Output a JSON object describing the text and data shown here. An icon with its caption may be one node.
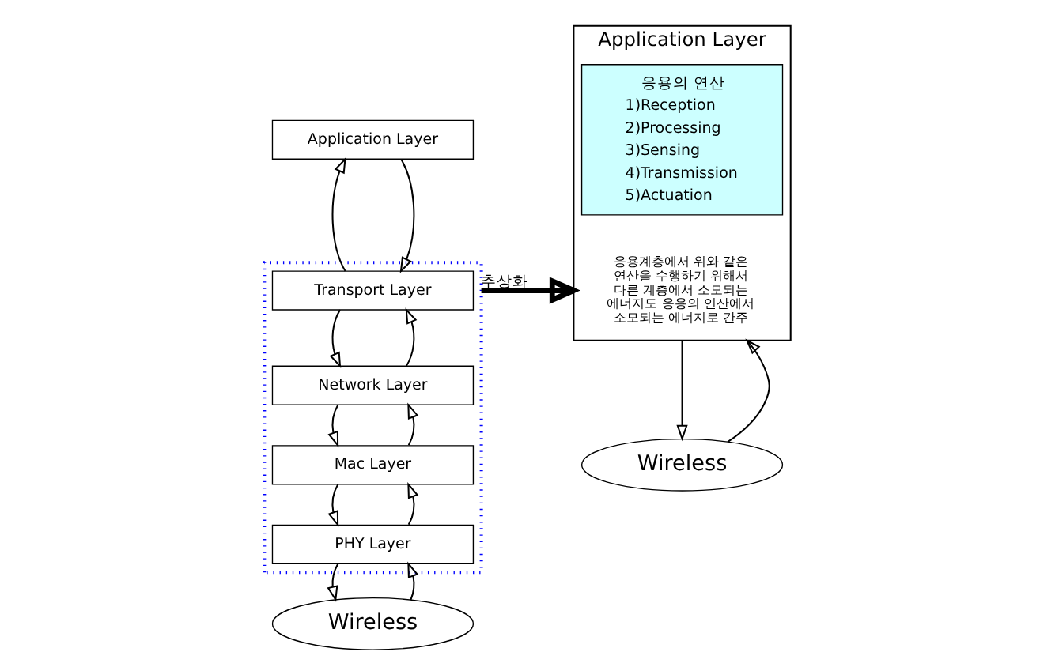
{
  "diagram": {
    "nodes": [
      {
        "text": [
          "Application Layer"
        ]
      },
      {
        "text": [],
        "shape": "box"
      },
      {
        "text": [
          "Transport Layer"
        ],
        "in": 1
      },
      {
        "text": [
          "Network Layer"
        ],
        "in": 1
      },
      {
        "text": [
          "Mac Layer"
        ],
        "in": 1
      },
      {
        "text": [
          "PHY Layer"
        ],
        "in": 1
      },
      {
        "text": [
          "Wireless"
        ]
      },
      {
        "text": [
          "Application Layer",
          "응용계층에서 위와 같은 연산을 수행하기 위해서 다른 계층에서 소모되는 에너지도 응용의 연산에서 소모되는 에너지로 간주"
        ]
      },
      {
        "text": [
          "응용의 연산",
          "1)Reception",
          "2)Processing",
          "3)Sensing",
          "4)Transmission",
          "5)Actuation"
        ],
        "in": 7
      },
      {
        "text": [
          "Wireless"
        ]
      }
    ],
    "edges": [
      {
        "from": 2,
        "to": 0,
        "arrow": "to"
      },
      {
        "from": 0,
        "to": 2,
        "arrow": "to"
      },
      {
        "from": 3,
        "to": 2,
        "arrow": "to"
      },
      {
        "from": 2,
        "to": 3,
        "arrow": "to"
      },
      {
        "from": 4,
        "to": 3,
        "arrow": "to"
      },
      {
        "from": 3,
        "to": 4,
        "arrow": "to"
      },
      {
        "from": 5,
        "to": 4,
        "arrow": "to"
      },
      {
        "from": 4,
        "to": 5,
        "arrow": "to"
      },
      {
        "from": 6,
        "to": 5,
        "arrow": "to"
      },
      {
        "from": 5,
        "to": 6,
        "arrow": "to"
      },
      {
        "from": 1,
        "to": 7,
        "arrow": "to",
        "label": "추상화",
        "style": "thick"
      },
      {
        "from": 9,
        "to": 7,
        "arrow": "to"
      },
      {
        "from": 7,
        "to": 9,
        "arrow": "to"
      }
    ]
  }
}
